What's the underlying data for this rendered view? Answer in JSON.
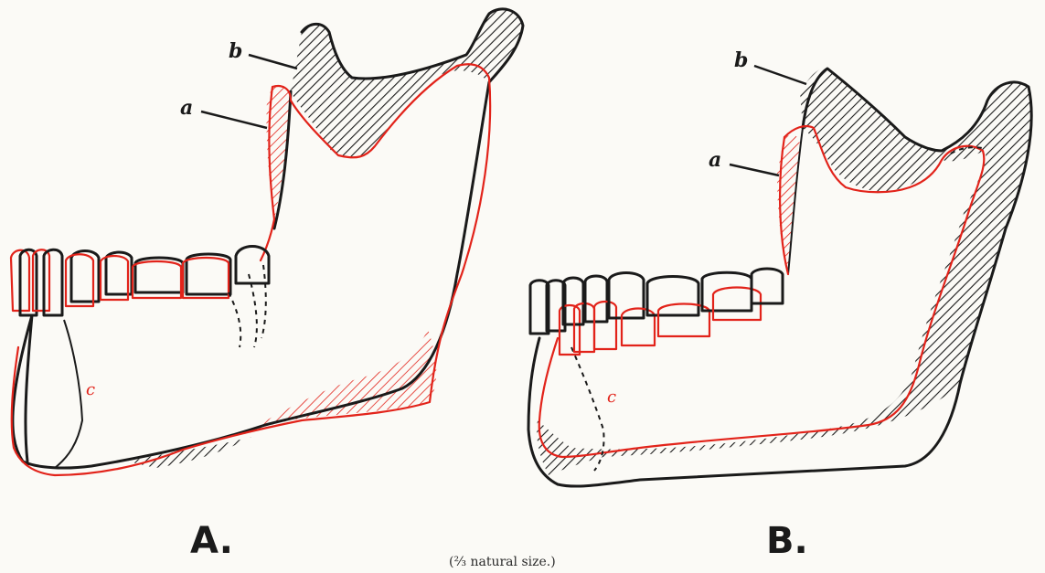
{
  "figures": [
    {
      "id": "A",
      "label": "A.",
      "callouts": {
        "a": "a",
        "b": "b"
      },
      "notch": "c"
    },
    {
      "id": "B",
      "label": "B.",
      "callouts": {
        "a": "a",
        "b": "b"
      },
      "notch": "c"
    }
  ],
  "caption": "(⅔ natural size.)",
  "colors": {
    "outline_black": "#1a1a1a",
    "outline_red": "#e2231a",
    "background": "#fbfaf6"
  }
}
